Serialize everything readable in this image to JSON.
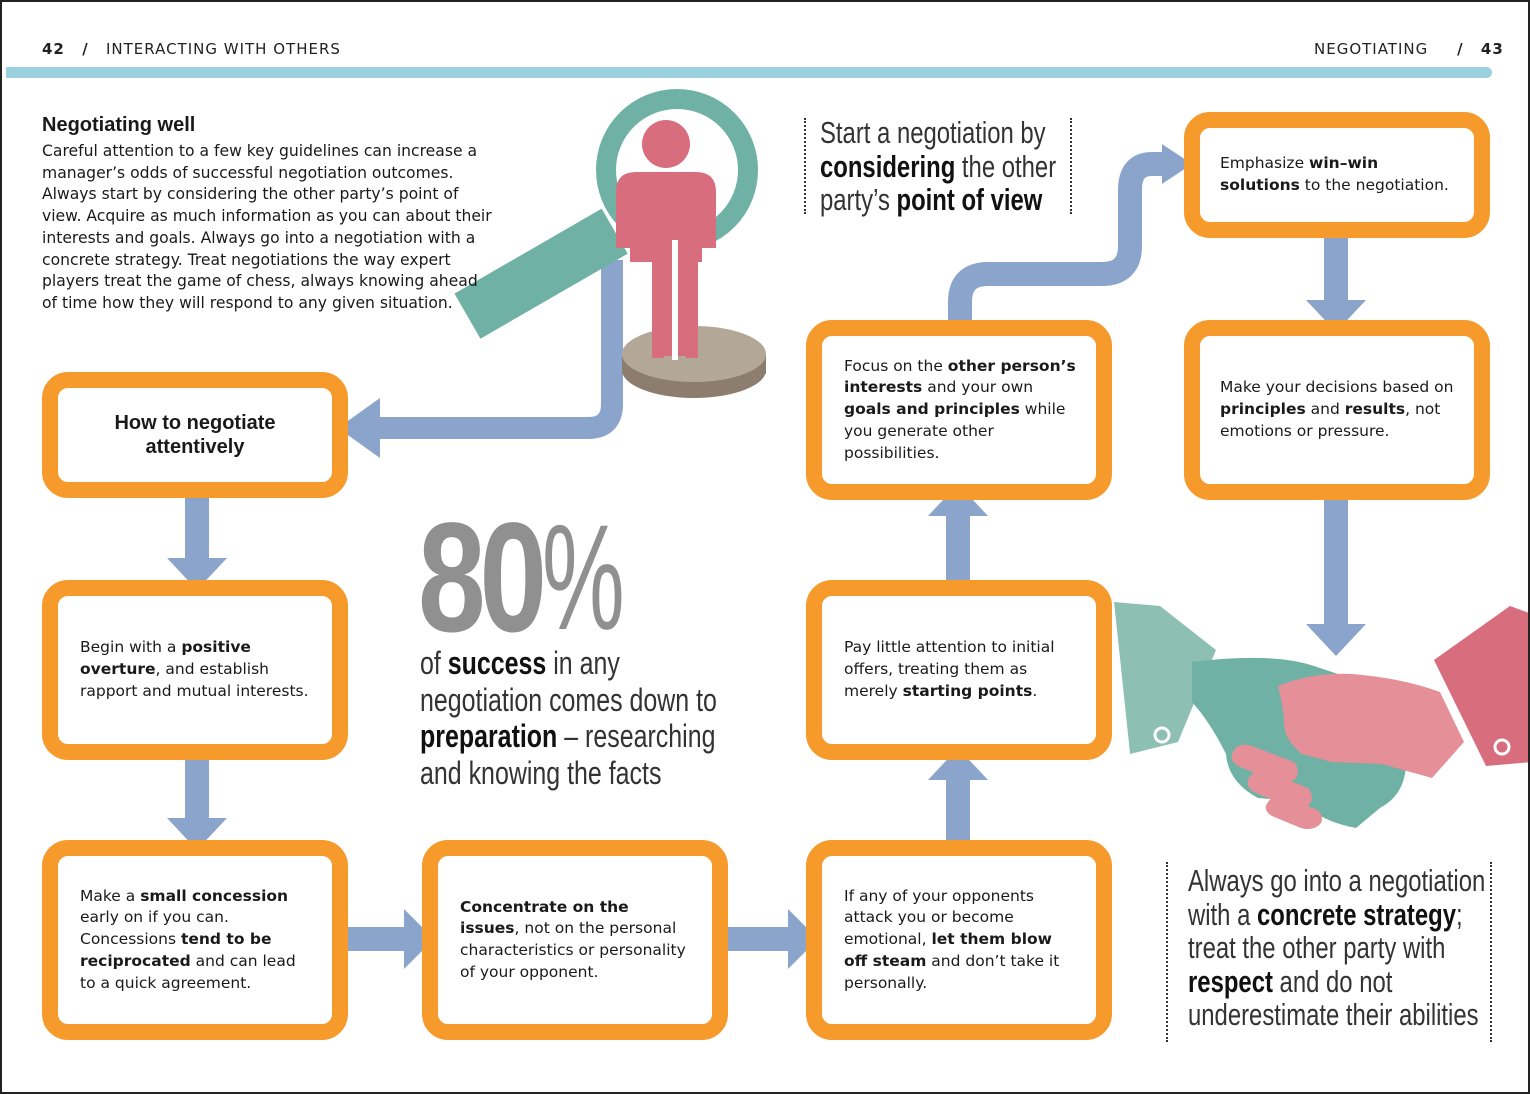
{
  "header": {
    "left_page_number": "42",
    "left_separator": "/",
    "left_section": "INTERACTING WITH OTHERS",
    "right_section": "NEGOTIATING",
    "right_separator": "/",
    "right_page_number": "43"
  },
  "intro": {
    "title": "Negotiating well",
    "body": "Careful attention to a few key guidelines can increase a manager’s odds of successful negotiation outcomes. Always start by considering the other party’s point of view. Acquire as much information as you can about their interests and goals. Always go into a negotiation with a concrete strategy. Treat negotiations the way expert players treat the game of chess, always knowing ahead of time how they will respond to any given situation."
  },
  "flow": {
    "start": {
      "line1": "How to negotiate",
      "line2": "attentively"
    },
    "step1": {
      "a": "Begin with a ",
      "b": "positive overture",
      "c": ", and establish rapport and mutual interests."
    },
    "step2": {
      "a": "Make a ",
      "b": "small concession",
      "c": " early on if you can. Concessions ",
      "d": "tend to be reciprocated",
      "e": " and can lead to a quick agreement."
    },
    "step3": {
      "b": "Concentrate on the issues",
      "c": ", not on the personal characteristics or personality of your opponent."
    },
    "step4": {
      "a": "If any of your opponents attack you or become emotional, ",
      "b": "let them blow off steam",
      "c": " and don’t take it personally."
    },
    "step5": {
      "a": "Pay little attention to initial offers, treating them as merely ",
      "b": "starting points",
      "c": "."
    },
    "step6": {
      "a": "Focus on the ",
      "b": "other person’s interests",
      "c": " and your own ",
      "d": "goals and principles",
      "e": " while you generate other possibilities."
    },
    "step7": {
      "a": "Emphasize ",
      "b": "win–win solutions",
      "c": " to the negotiation."
    },
    "step8": {
      "a": "Make your decisions based on ",
      "b": "principles",
      "c": " and ",
      "d": "results",
      "e": ", not emotions or pressure."
    }
  },
  "stat": {
    "number": "80",
    "percent": "%",
    "t1": "of ",
    "t2": "success",
    "t3": " in any",
    "t4": "negotiation comes down to",
    "t5": "preparation",
    "t6": " – researching",
    "t7": "and knowing the facts"
  },
  "quote_top": {
    "l1": "Start a negotiation by",
    "l2a": "considering",
    "l2b": " the other",
    "l3a": "party’s ",
    "l3b": "point of view"
  },
  "quote_bottom": {
    "l1": "Always go into a negotiation",
    "l2a": "with a ",
    "l2b": "concrete strategy",
    "l2c": ";",
    "l3": "treat the other party with",
    "l4a": "respect",
    "l4b": " and do not",
    "l5": "underestimate their abilities"
  },
  "colors": {
    "box_border": "#f59a2b",
    "arrow": "#8aa4cb",
    "teal": "#6fb2a5",
    "pink": "#d86d7e",
    "rule": "#9bd0df",
    "stat_grey": "#909090"
  }
}
